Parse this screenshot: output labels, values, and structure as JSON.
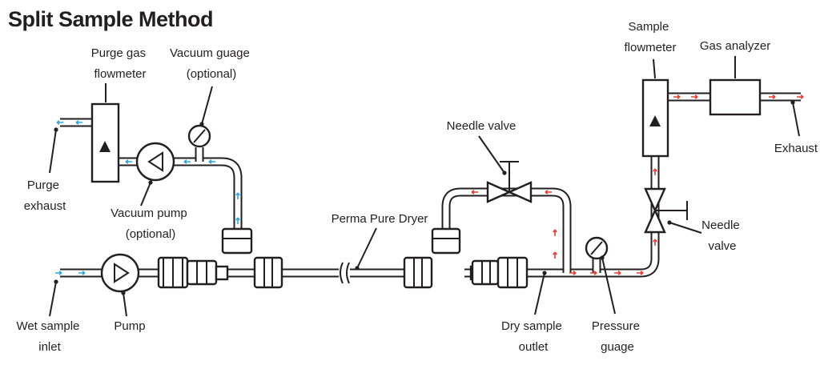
{
  "title": "Split Sample Method",
  "labels": {
    "purge_gas_flowmeter": [
      "Purge gas",
      "flowmeter"
    ],
    "vacuum_guage": [
      "Vacuum guage",
      "(optional)"
    ],
    "purge_exhaust": [
      "Purge",
      "exhaust"
    ],
    "vacuum_pump": [
      "Vacuum pump",
      "(optional)"
    ],
    "wet_sample_inlet": [
      "Wet sample",
      "inlet"
    ],
    "pump": "Pump",
    "perma_pure_dryer": "Perma Pure Dryer",
    "needle_valve_top": "Needle valve",
    "dry_sample_outlet": [
      "Dry sample",
      "outlet"
    ],
    "pressure_guage": [
      "Pressure",
      "guage"
    ],
    "sample_flowmeter": [
      "Sample",
      "flowmeter"
    ],
    "gas_analyzer": "Gas analyzer",
    "exhaust": "Exhaust",
    "needle_valve_right": [
      "Needle",
      "valve"
    ]
  },
  "colors": {
    "purge_flow_arrows": "#29a8e0",
    "sample_flow_arrows": "#ee3b33",
    "line": "#231f20"
  }
}
